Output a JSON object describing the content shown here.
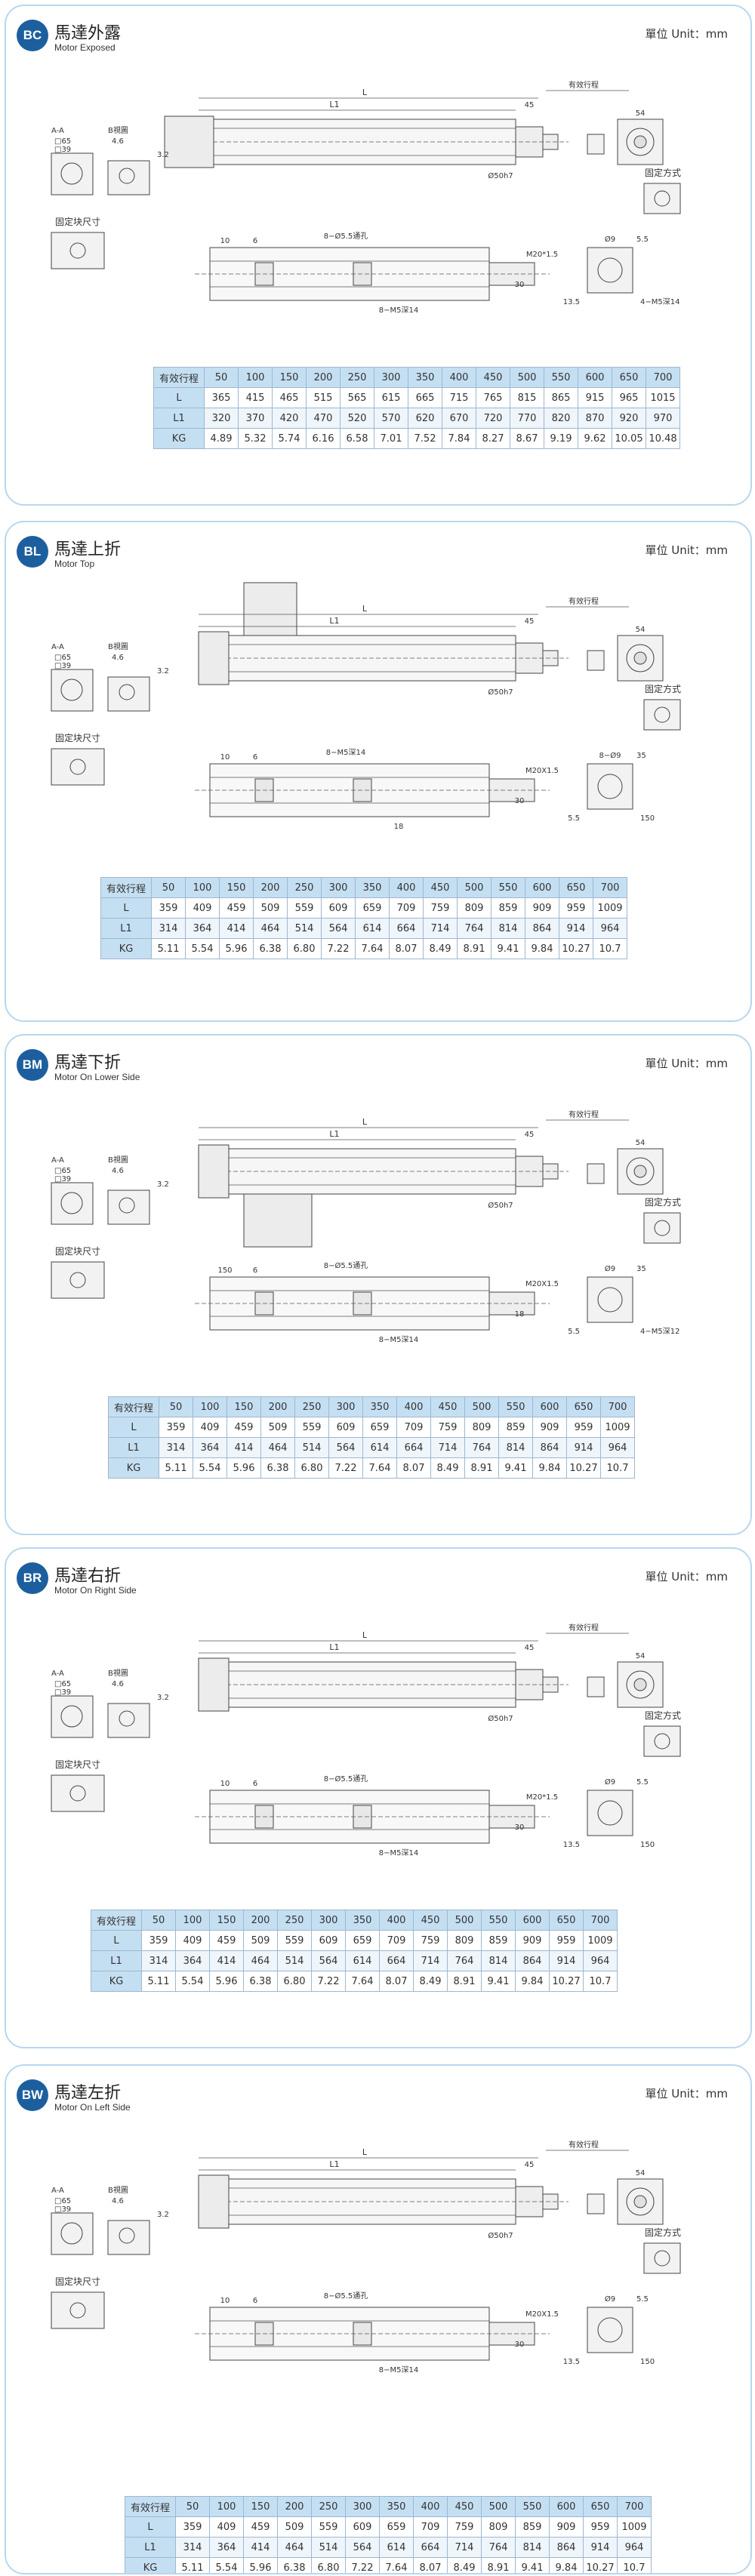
{
  "unit_label": "單位 Unit：mm",
  "sections": [
    {
      "code": "BC",
      "title_cn": "馬達外露",
      "title_en": "Motor Exposed",
      "labels": {
        "aa": "A-A",
        "sq1": "□65",
        "sq2": "□39",
        "dim46": "4.6",
        "dim32": "3.2",
        "bview": "B視圖",
        "mount": "固定方式",
        "block": "固定块尺寸",
        "stroke": "有效行程",
        "L": "L",
        "L1": "L1",
        "d45": "45",
        "fit": "Ø50h7",
        "hole": "8−Ø5.5通孔",
        "m5": "8−M5深14",
        "m20": "M20*1.5",
        "d9": "Ø9",
        "d135": "13.5",
        "d55": "5.5",
        "d30": "30",
        "d54": "54",
        "m5b": "4−M5深14",
        "d10": "10",
        "d6": "6"
      },
      "table": {
        "header": [
          "有效行程",
          "50",
          "100",
          "150",
          "200",
          "250",
          "300",
          "350",
          "400",
          "450",
          "500",
          "550",
          "600",
          "650",
          "700"
        ],
        "rows": [
          [
            "L",
            "365",
            "415",
            "465",
            "515",
            "565",
            "615",
            "665",
            "715",
            "765",
            "815",
            "865",
            "915",
            "965",
            "1015"
          ],
          [
            "L1",
            "320",
            "370",
            "420",
            "470",
            "520",
            "570",
            "620",
            "670",
            "720",
            "770",
            "820",
            "870",
            "920",
            "970"
          ],
          [
            "KG",
            "4.89",
            "5.32",
            "5.74",
            "6.16",
            "6.58",
            "7.01",
            "7.52",
            "7.84",
            "8.27",
            "8.67",
            "9.19",
            "9.62",
            "10.05",
            "10.48"
          ]
        ]
      }
    },
    {
      "code": "BL",
      "title_cn": "馬達上折",
      "title_en": "Motor Top",
      "labels": {
        "aa": "A-A",
        "sq1": "□65",
        "sq2": "□39",
        "dim46": "4.6",
        "dim32": "3.2",
        "bview": "B視圖",
        "mount": "固定方式",
        "block": "固定块尺寸",
        "stroke": "有效行程",
        "L": "L",
        "L1": "L1",
        "d45": "45",
        "fit": "Ø50h7",
        "hole": "8−M5深14",
        "m5": "18",
        "m20": "M20X1.5",
        "d9": "8−Ø9",
        "d135": "5.5",
        "d55": "35",
        "d30": "30",
        "d54": "54",
        "m5b": "150",
        "d10": "10",
        "d6": "6"
      },
      "table": {
        "header": [
          "有效行程",
          "50",
          "100",
          "150",
          "200",
          "250",
          "300",
          "350",
          "400",
          "450",
          "500",
          "550",
          "600",
          "650",
          "700"
        ],
        "rows": [
          [
            "L",
            "359",
            "409",
            "459",
            "509",
            "559",
            "609",
            "659",
            "709",
            "759",
            "809",
            "859",
            "909",
            "959",
            "1009"
          ],
          [
            "L1",
            "314",
            "364",
            "414",
            "464",
            "514",
            "564",
            "614",
            "664",
            "714",
            "764",
            "814",
            "864",
            "914",
            "964"
          ],
          [
            "KG",
            "5.11",
            "5.54",
            "5.96",
            "6.38",
            "6.80",
            "7.22",
            "7.64",
            "8.07",
            "8.49",
            "8.91",
            "9.41",
            "9.84",
            "10.27",
            "10.7"
          ]
        ]
      }
    },
    {
      "code": "BM",
      "title_cn": "馬達下折",
      "title_en": "Motor On Lower Side",
      "labels": {
        "aa": "A-A",
        "sq1": "□65",
        "sq2": "□39",
        "dim46": "4.6",
        "dim32": "3.2",
        "bview": "B視圖",
        "mount": "固定方式",
        "block": "固定块尺寸",
        "stroke": "有效行程",
        "L": "L",
        "L1": "L1",
        "d45": "45",
        "fit": "Ø50h7",
        "hole": "8−Ø5.5通孔",
        "m5": "8−M5深14",
        "m20": "M20X1.5",
        "d9": "Ø9",
        "d135": "5.5",
        "d55": "35",
        "d30": "18",
        "d54": "54",
        "m5b": "4−M5深12",
        "d10": "150",
        "d6": "6"
      },
      "table": {
        "header": [
          "有效行程",
          "50",
          "100",
          "150",
          "200",
          "250",
          "300",
          "350",
          "400",
          "450",
          "500",
          "550",
          "600",
          "650",
          "700"
        ],
        "rows": [
          [
            "L",
            "359",
            "409",
            "459",
            "509",
            "559",
            "609",
            "659",
            "709",
            "759",
            "809",
            "859",
            "909",
            "959",
            "1009"
          ],
          [
            "L1",
            "314",
            "364",
            "414",
            "464",
            "514",
            "564",
            "614",
            "664",
            "714",
            "764",
            "814",
            "864",
            "914",
            "964"
          ],
          [
            "KG",
            "5.11",
            "5.54",
            "5.96",
            "6.38",
            "6.80",
            "7.22",
            "7.64",
            "8.07",
            "8.49",
            "8.91",
            "9.41",
            "9.84",
            "10.27",
            "10.7"
          ]
        ]
      }
    },
    {
      "code": "BR",
      "title_cn": "馬達右折",
      "title_en": "Motor On Right Side",
      "labels": {
        "aa": "A-A",
        "sq1": "□65",
        "sq2": "□39",
        "dim46": "4.6",
        "dim32": "3.2",
        "bview": "B視圖",
        "mount": "固定方式",
        "block": "固定块尺寸",
        "stroke": "有效行程",
        "L": "L",
        "L1": "L1",
        "d45": "45",
        "fit": "Ø50h7",
        "hole": "8−Ø5.5通孔",
        "m5": "8−M5深14",
        "m20": "M20*1.5",
        "d9": "Ø9",
        "d135": "13.5",
        "d55": "5.5",
        "d30": "30",
        "d54": "54",
        "m5b": "150",
        "d10": "10",
        "d6": "6"
      },
      "table": {
        "header": [
          "有效行程",
          "50",
          "100",
          "150",
          "200",
          "250",
          "300",
          "350",
          "400",
          "450",
          "500",
          "550",
          "600",
          "650",
          "700"
        ],
        "rows": [
          [
            "L",
            "359",
            "409",
            "459",
            "509",
            "559",
            "609",
            "659",
            "709",
            "759",
            "809",
            "859",
            "909",
            "959",
            "1009"
          ],
          [
            "L1",
            "314",
            "364",
            "414",
            "464",
            "514",
            "564",
            "614",
            "664",
            "714",
            "764",
            "814",
            "864",
            "914",
            "964"
          ],
          [
            "KG",
            "5.11",
            "5.54",
            "5.96",
            "6.38",
            "6.80",
            "7.22",
            "7.64",
            "8.07",
            "8.49",
            "8.91",
            "9.41",
            "9.84",
            "10.27",
            "10.7"
          ]
        ]
      }
    },
    {
      "code": "BW",
      "title_cn": "馬達左折",
      "title_en": "Motor On Left Side",
      "labels": {
        "aa": "A-A",
        "sq1": "□65",
        "sq2": "□39",
        "dim46": "4.6",
        "dim32": "3.2",
        "bview": "B視圖",
        "mount": "固定方式",
        "block": "固定块尺寸",
        "stroke": "有效行程",
        "L": "L",
        "L1": "L1",
        "d45": "45",
        "fit": "Ø50h7",
        "hole": "8−Ø5.5通孔",
        "m5": "8−M5深14",
        "m20": "M20X1.5",
        "d9": "Ø9",
        "d135": "13.5",
        "d55": "5.5",
        "d30": "30",
        "d54": "54",
        "m5b": "150",
        "d10": "10",
        "d6": "6"
      },
      "table": {
        "header": [
          "有效行程",
          "50",
          "100",
          "150",
          "200",
          "250",
          "300",
          "350",
          "400",
          "450",
          "500",
          "550",
          "600",
          "650",
          "700"
        ],
        "rows": [
          [
            "L",
            "359",
            "409",
            "459",
            "509",
            "559",
            "609",
            "659",
            "709",
            "759",
            "809",
            "859",
            "909",
            "959",
            "1009"
          ],
          [
            "L1",
            "314",
            "364",
            "414",
            "464",
            "514",
            "564",
            "614",
            "664",
            "714",
            "764",
            "814",
            "864",
            "914",
            "964"
          ],
          [
            "KG",
            "5.11",
            "5.54",
            "5.96",
            "6.38",
            "6.80",
            "7.22",
            "7.64",
            "8.07",
            "8.49",
            "8.91",
            "9.41",
            "9.84",
            "10.27",
            "10.7"
          ]
        ]
      }
    }
  ]
}
